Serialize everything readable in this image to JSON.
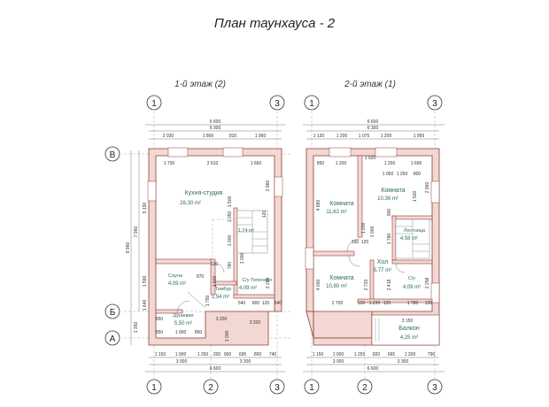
{
  "title": "План таунхауса - 2",
  "floor1": {
    "caption": "1-й этаж (2)",
    "rooms": {
      "kitchen": {
        "name": "Кухня-студия",
        "area": "28,30 m²"
      },
      "sauna": {
        "name": "Сауна",
        "area": "4,09 m²"
      },
      "tambur": {
        "name": "Тамбур",
        "area": "1,54 m²"
      },
      "su_topochnaya": {
        "name": "С/у Топочная",
        "area": "4,09 m²"
      },
      "dushevaya": {
        "name": "Душевая",
        "area": "5,50 m²"
      },
      "small_area": {
        "area": "1,74 m²"
      }
    },
    "dims_top": {
      "d1": "6 600",
      "d2": "6 300",
      "s1": "2 030",
      "s2": "1 800",
      "s3": "810",
      "s4": "1 960"
    },
    "dims_inner_top": {
      "i1": "1 730",
      "i2": "2 610",
      "i3": "1 660"
    },
    "dims_left": {
      "total": "9 960",
      "t2": "7 960",
      "i1": "5 190",
      "i2": "1 590",
      "i3": "1 640",
      "b": "1 350",
      "s850": "850"
    },
    "dims_right": {
      "r1": "2 960",
      "r2": "3 200"
    },
    "dims_inner": {
      "a1": "1 050",
      "a2": "1 000",
      "a3": "1 000",
      "a4": "790",
      "a5": "120",
      "a6": "540",
      "a7": "800",
      "a8": "120",
      "a9": "2 298",
      "a10": "120",
      "a11": "870",
      "a12": "1 000",
      "a13": "850",
      "a14": "1 000",
      "a15": "850",
      "a16": "1 750",
      "a17": "3 200",
      "a18": "1 500",
      "a19": "640",
      "a20": "1 500"
    },
    "dims_bottom": {
      "b1": "1 150",
      "b2": "1 000",
      "b3": "1 250",
      "b4": "200",
      "b5": "900",
      "b6": "695",
      "b7": "800",
      "b8": "740",
      "c1": "3 000",
      "c2": "3 300",
      "d1": "6 600"
    }
  },
  "floor2": {
    "caption": "2-й этаж (1)",
    "rooms": {
      "room1": {
        "name": "Комната",
        "area": "11,62 m²"
      },
      "room2": {
        "name": "Комната",
        "area": "10,36 m²"
      },
      "stairs": {
        "name": "Лестница",
        "area": "4,58 m²"
      },
      "hall": {
        "name": "Хол",
        "area": "5,77 m²"
      },
      "room3": {
        "name": "Комната",
        "area": "10,80 m²"
      },
      "su": {
        "name": "С/у",
        "area": "4,09 m²"
      },
      "balcony": {
        "name": "Балкон",
        "area": "4,25 m²"
      }
    },
    "dims_top": {
      "d1": "6 600",
      "d2": "6 300",
      "s1": "1 130",
      "s2": "1 200",
      "s3": "1 075",
      "s4": "1 200",
      "s5": "1 995"
    },
    "dims_inner_top": {
      "i1": "850",
      "i2": "1 200",
      "i3": "3 500",
      "i4": "1 200",
      "i5": "1 695"
    },
    "dims_left": {
      "l1": "4 880",
      "l2": "4 000"
    },
    "dims_right": {
      "r1": "2 960",
      "r2": "2 258",
      "r3": "3 150"
    },
    "dims_inner": {
      "a1": "330",
      "a2": "120",
      "a3": "900",
      "a4": "1 200",
      "a5": "1 000",
      "a6": "1 780",
      "a7": "2 418",
      "a8": "2 720",
      "a9": "2 700",
      "a10": "120",
      "a11": "1 230",
      "a12": "120",
      "a13": "1 780",
      "a14": "120",
      "a15": "1 500",
      "a16": "800",
      "a17": "1 250",
      "a18": "1 050"
    },
    "dims_bottom": {
      "b1": "1 150",
      "b2": "1 000",
      "b3": "1 250",
      "b4": "820",
      "b5": "665",
      "b6": "1 200",
      "b7": "790",
      "c1": "3 000",
      "c2": "3 300",
      "d1": "6 600"
    }
  },
  "axes": {
    "a1": "1",
    "a2": "2",
    "a3": "3",
    "aV": "В",
    "aB": "Б",
    "aA": "А"
  },
  "colors": {
    "wall_fill": "#f3d7d2",
    "wall_stroke": "#8a3f38",
    "room_text": "#2c6b5c"
  }
}
